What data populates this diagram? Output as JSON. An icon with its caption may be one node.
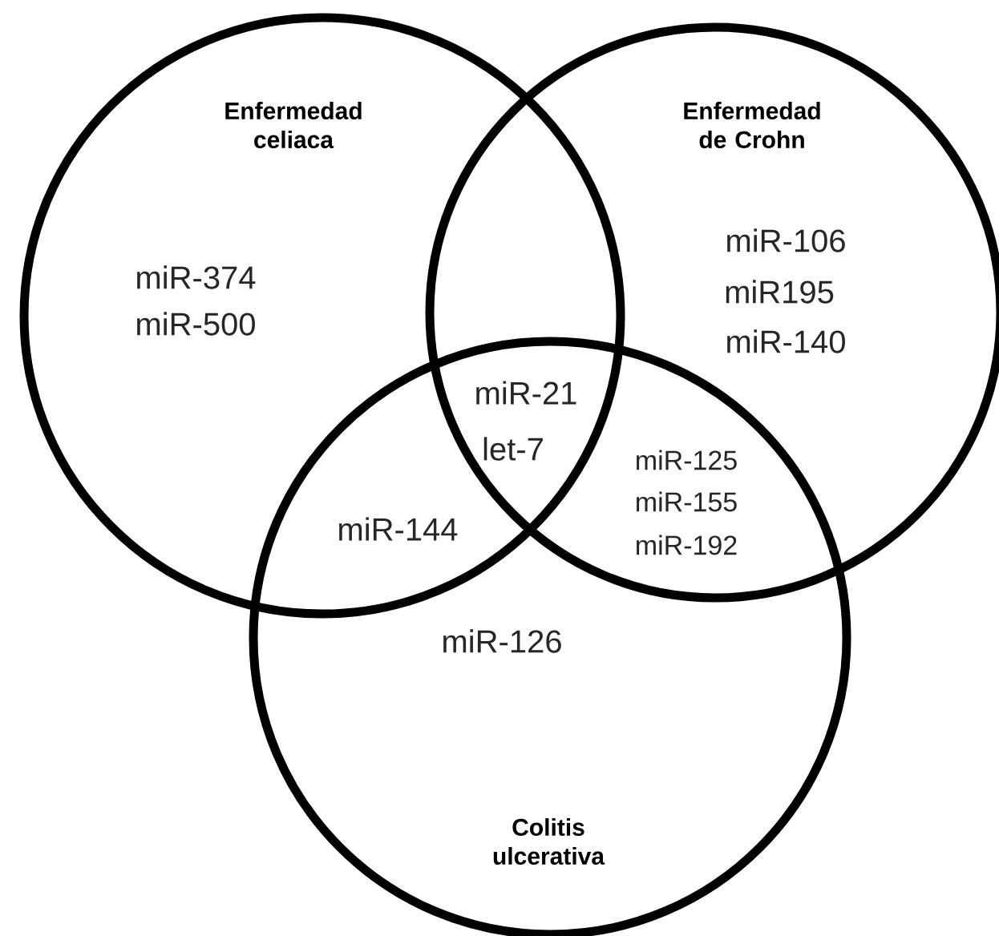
{
  "diagram": {
    "nodes": [
      {
        "text": [
          "Enfermedad celiaca"
        ]
      },
      {
        "text": [
          "Enfermedad de Crohn"
        ]
      },
      {
        "text": [
          "Colitis ulcerativa"
        ]
      }
    ],
    "labels": [
      "miR-374",
      "miR-500",
      "miR-106",
      "miR195",
      "miR-140",
      "miR-21",
      "let-7",
      "miR-125",
      "miR-155",
      "miR-192",
      "miR-144",
      "miR-126"
    ]
  }
}
